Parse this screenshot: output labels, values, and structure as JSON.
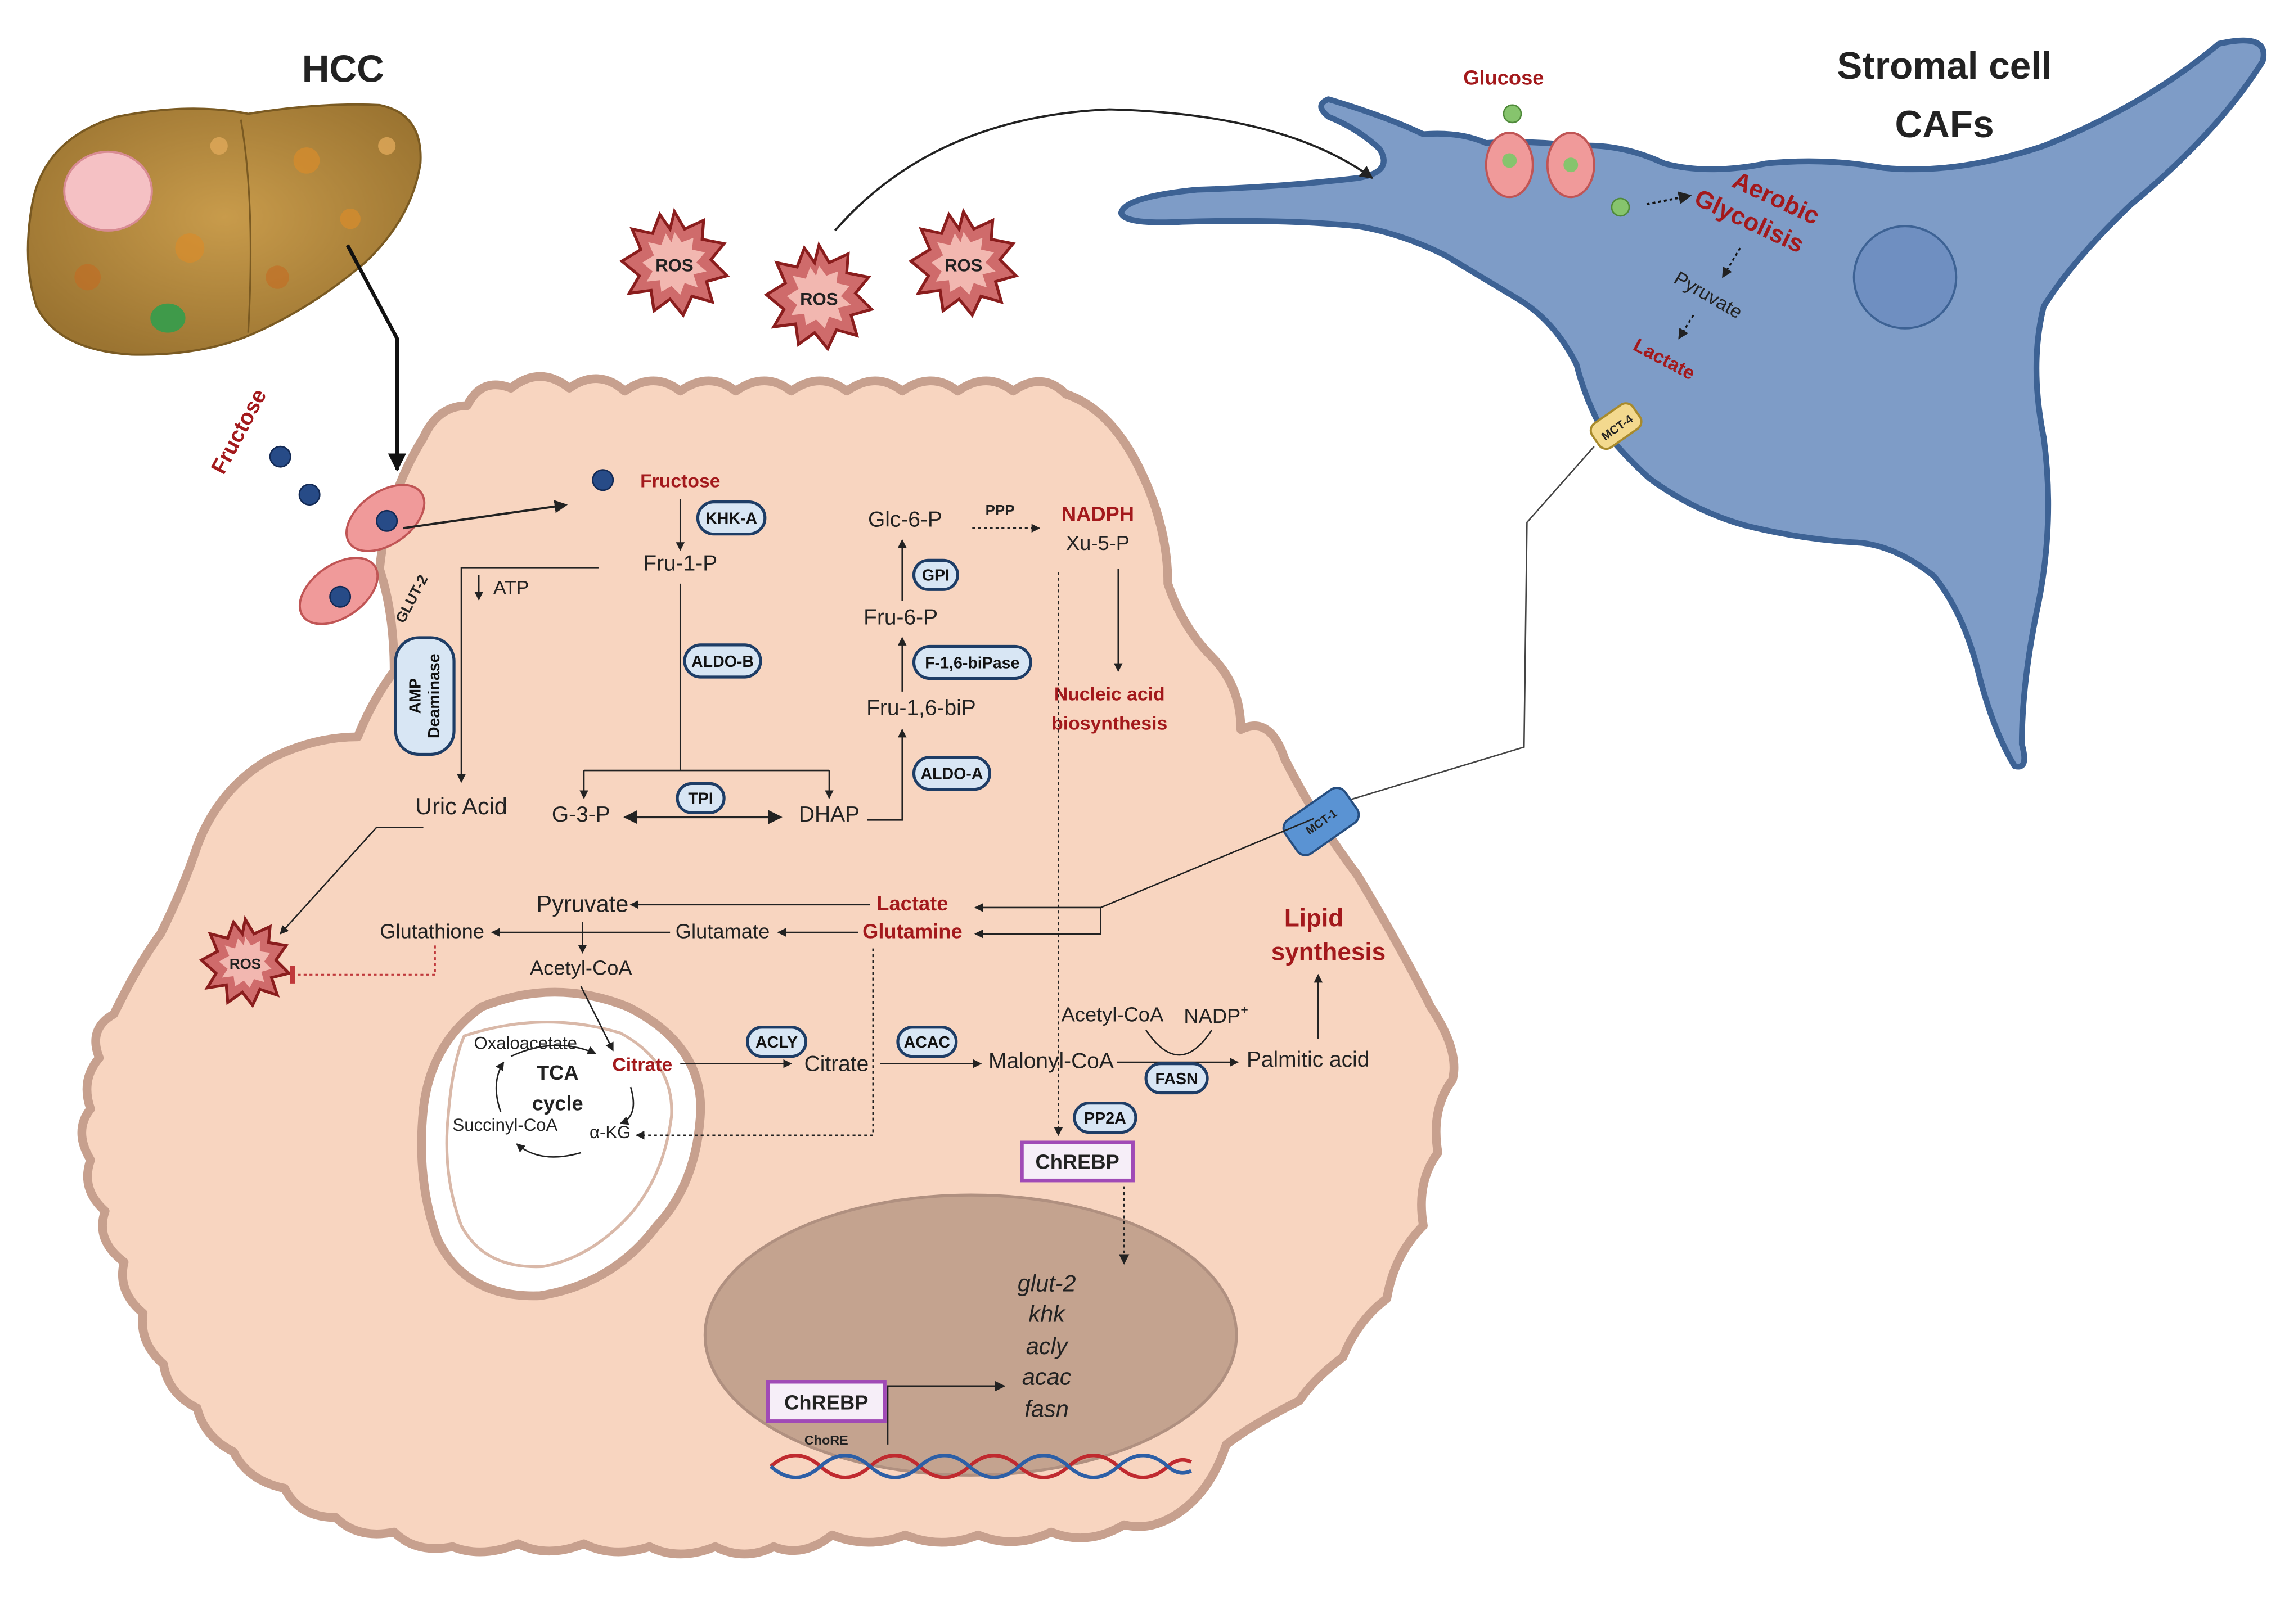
{
  "colors": {
    "cell_fill": "#f8d5c0",
    "cell_stroke": "#c7a08e",
    "caf_fill": "#7e9cc7",
    "caf_stroke": "#3d6294",
    "nucleus_fill": "#c4a38f",
    "red_text": "#a3191c",
    "enzyme_fill": "#d8e6f4",
    "enzyme_stroke": "#1e3d66",
    "chrebp_stroke": "#a04ab6",
    "ros_fill": "#cf6b6b"
  },
  "icons": [
    "liver-icon",
    "glucose-molecule-icon",
    "fructose-molecule-icon",
    "glut2-transporter-icon",
    "mct1-transporter-icon",
    "mct4-transporter-icon",
    "ros-burst-icon",
    "mitochondrion-icon",
    "dna-helix-icon",
    "nucleus-icon"
  ],
  "labels": {
    "hcc": "HCC",
    "stromal_cell": "Stromal cell",
    "cafs": "CAFs",
    "glucose": "Glucose",
    "aerobic": "Aerobic",
    "glycolisis": "Glycolisis",
    "pyruvate_caf": "Pyruvate",
    "lactate_caf": "Lactate",
    "mct4": "MCT-4",
    "mct1": "MCT-1",
    "ros": "ROS",
    "fructose_outside": "Fructose",
    "glut2": "GLUT-2",
    "fructose": "Fructose",
    "khka": "KHK-A",
    "fru1p": "Fru-1-P",
    "atp": "ATP",
    "amp_deaminase_1": "AMP",
    "amp_deaminase_2": "Deaminase",
    "aldob": "ALDO-B",
    "uric_acid": "Uric Acid",
    "g3p": "G-3-P",
    "tpi": "TPI",
    "dhap": "DHAP",
    "aldoa": "ALDO-A",
    "fru16bip": "Fru-1,6-biP",
    "f16bipase": "F-1,6-biPase",
    "fru6p": "Fru-6-P",
    "gpi": "GPI",
    "glc6p": "Glc-6-P",
    "ppp": "PPP",
    "nadph": "NADPH",
    "xu5p": "Xu-5-P",
    "nucleic_1": "Nucleic acid",
    "nucleic_2": "biosynthesis",
    "pyruvate": "Pyruvate",
    "lactate": "Lactate",
    "glutathione": "Glutathione",
    "glutamate": "Glutamate",
    "glutamine": "Glutamine",
    "acetylcoa_1": "Acetyl-CoA",
    "oxaloacetate": "Oxaloacetate",
    "citrate_red": "Citrate",
    "tca_1": "TCA",
    "tca_2": "cycle",
    "succinylcoa": "Succinyl-CoA",
    "akg": "α-KG",
    "acly": "ACLY",
    "citrate": "Citrate",
    "acac": "ACAC",
    "malonylcoa": "Malonyl-CoA",
    "acetylcoa_2": "Acetyl-CoA",
    "nadp": "NADP",
    "nadp_sup": "+",
    "fasn": "FASN",
    "palmitic": "Palmitic acid",
    "lipid_1": "Lipid",
    "lipid_2": "synthesis",
    "pp2a": "PP2A",
    "chrebp": "ChREBP",
    "chrebp_nucleus": "ChREBP",
    "chore": "ChoRE",
    "genes": [
      "glut-2",
      "khk",
      "acly",
      "acac",
      "fasn"
    ]
  }
}
